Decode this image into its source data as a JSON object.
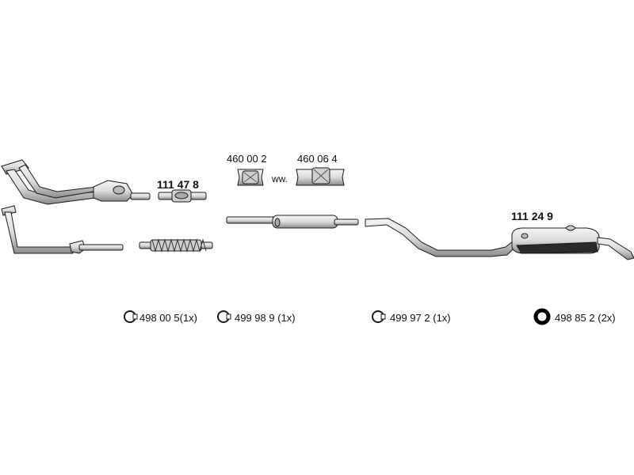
{
  "parts": {
    "pipe_front": "111 47 8",
    "clamp_a": "460 00 2",
    "clamp_b": "460 06 4",
    "alt_text": "ww.",
    "rear_silencer": "111 24 9"
  },
  "mountings": [
    {
      "code": "498 00 5",
      "qty": "(1x)"
    },
    {
      "code": "499 98 9",
      "qty": "(1x)"
    },
    {
      "code": "499 97 2",
      "qty": "(1x)"
    },
    {
      "code": "498 85 2",
      "qty": "(2x)"
    }
  ],
  "colors": {
    "line": "#1a1a1a",
    "fill": "#e6e6e6",
    "shade": "#9a9a9a"
  }
}
